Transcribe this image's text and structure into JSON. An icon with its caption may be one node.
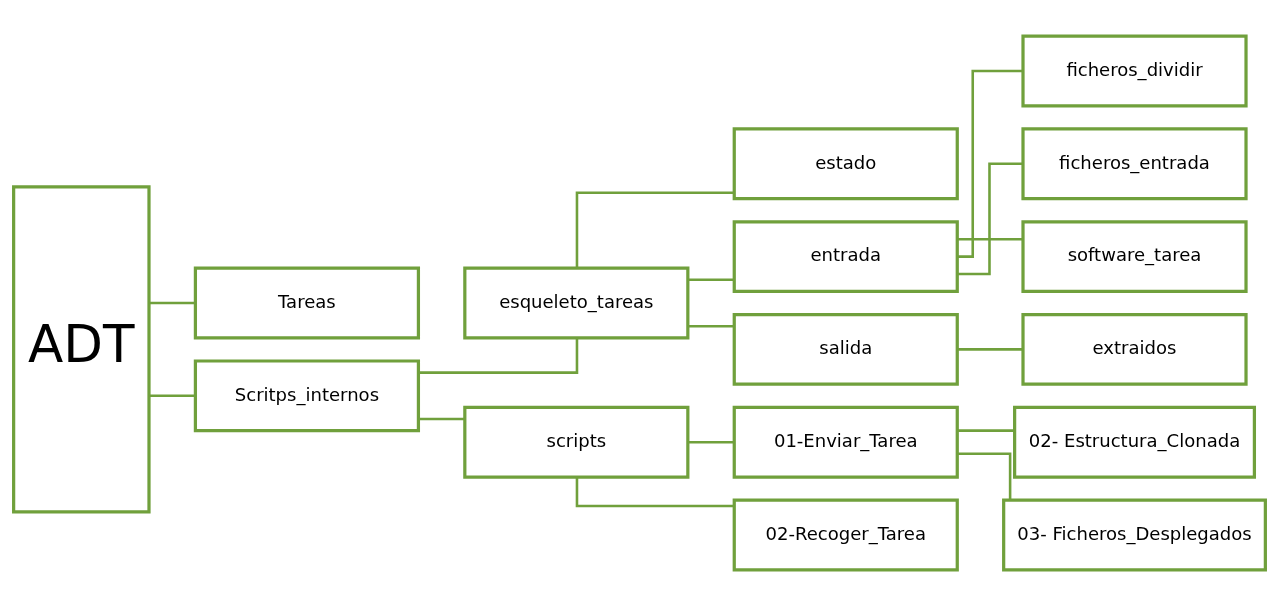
{
  "diagram": {
    "nodes": [
      {
        "text": [
          "ADT"
        ]
      },
      {
        "text": [
          "Tareas"
        ]
      },
      {
        "text": [
          "Scritps_internos"
        ]
      },
      {
        "text": [
          "esqueleto_tareas"
        ]
      },
      {
        "text": [
          "scripts"
        ]
      },
      {
        "text": [
          "estado"
        ]
      },
      {
        "text": [
          "entrada"
        ]
      },
      {
        "text": [
          "salida"
        ]
      },
      {
        "text": [
          "ficheros_dividir"
        ]
      },
      {
        "text": [
          "ficheros_entrada"
        ]
      },
      {
        "text": [
          "software_tarea"
        ]
      },
      {
        "text": [
          "extraidos"
        ]
      },
      {
        "text": [
          "01-Enviar_Tarea"
        ]
      },
      {
        "text": [
          "02-Recoger_Tarea"
        ]
      },
      {
        "text": [
          "02- Estructura_Clonada"
        ]
      },
      {
        "text": [
          "03- Ficheros_Desplegados"
        ]
      }
    ],
    "edges": [
      {
        "from": 0,
        "to": 1,
        "arrow": "none"
      },
      {
        "from": 0,
        "to": 2,
        "arrow": "none"
      },
      {
        "from": 2,
        "to": 3,
        "arrow": "none"
      },
      {
        "from": 2,
        "to": 4,
        "arrow": "none"
      },
      {
        "from": 3,
        "to": 5,
        "arrow": "none"
      },
      {
        "from": 3,
        "to": 6,
        "arrow": "none"
      },
      {
        "from": 3,
        "to": 7,
        "arrow": "none"
      },
      {
        "from": 6,
        "to": 8,
        "arrow": "none"
      },
      {
        "from": 6,
        "to": 9,
        "arrow": "none"
      },
      {
        "from": 6,
        "to": 10,
        "arrow": "none"
      },
      {
        "from": 7,
        "to": 11,
        "arrow": "none"
      },
      {
        "from": 4,
        "to": 12,
        "arrow": "none"
      },
      {
        "from": 4,
        "to": 13,
        "arrow": "none"
      },
      {
        "from": 12,
        "to": 14,
        "arrow": "none"
      },
      {
        "from": 12,
        "to": 15,
        "arrow": "none"
      }
    ]
  }
}
